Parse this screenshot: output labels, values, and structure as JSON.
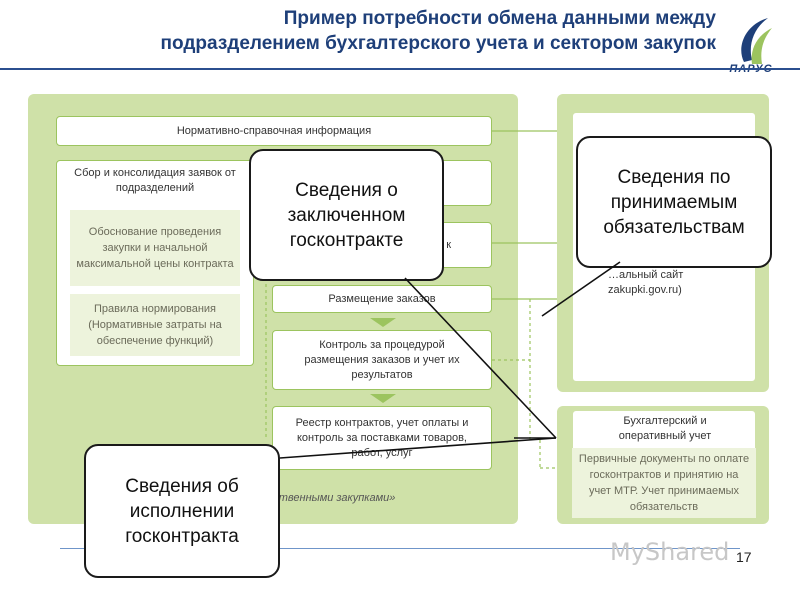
{
  "title": {
    "line1": "Пример потребности обмена данными между",
    "line2": "подразделением бухгалтерского учета и сектором закупок"
  },
  "logo": {
    "text": "ПАРУС"
  },
  "diagram": {
    "nsi": "Нормативно-справочная информация",
    "collect": "Сбор и консолидация заявок от подразделений",
    "justification": "Обоснование проведения закупки и начальной максимальной цены контракта",
    "rules": "Правила нормирования (Нормативные затраты на обеспечение функций)",
    "hidden_plan_suffix": "к",
    "placement": "Размещение заказов",
    "control": "Контроль за процедурой размещения заказов и учет их результатов",
    "registry": "Реестр контрактов, учет оплаты и контроль за поставками товаров, работ, услуг",
    "bottom_label": "«…рственными закупками»",
    "official_site": "…альный сайт zakupki.gov.ru)",
    "accounting_title": "Бухгалтерский и оперативный учет",
    "accounting_docs": "Первичные документы по оплате госконтрактов и принятию на учет МТР. Учет принимаемых обязательств"
  },
  "callouts": {
    "concluded": "Сведения о заключенном госконтракте",
    "obligations": "Сведения по принимаемым обязательствам",
    "execution": "Сведения об исполнении госконтракта"
  },
  "footer": {
    "page_number": "17",
    "watermark": "MyShared"
  }
}
